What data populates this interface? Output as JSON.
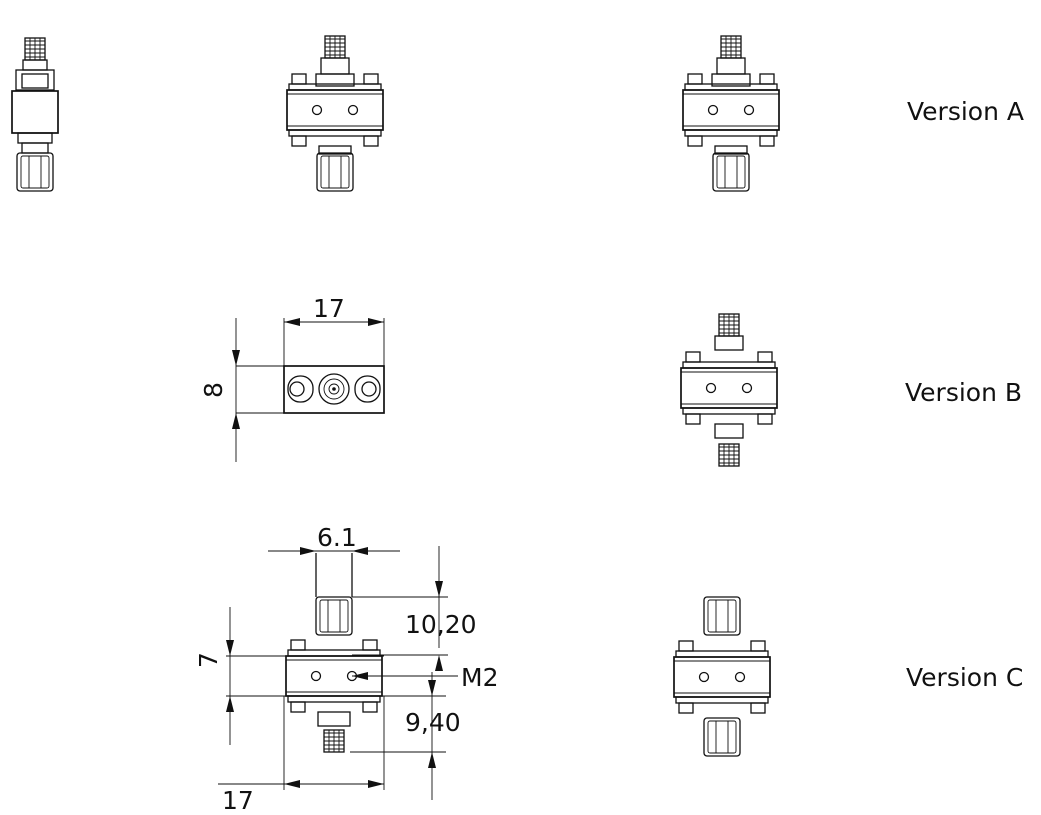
{
  "versions": {
    "a_label": "Version A",
    "b_label": "Version B",
    "c_label": "Version C"
  },
  "dimensions": {
    "top_width": "17",
    "top_height": "8",
    "connector_width": "6.1",
    "body_height": "7",
    "upper_offset": "10,20",
    "thread": "M2",
    "lower_offset": "9,40",
    "bottom_width": "17"
  }
}
